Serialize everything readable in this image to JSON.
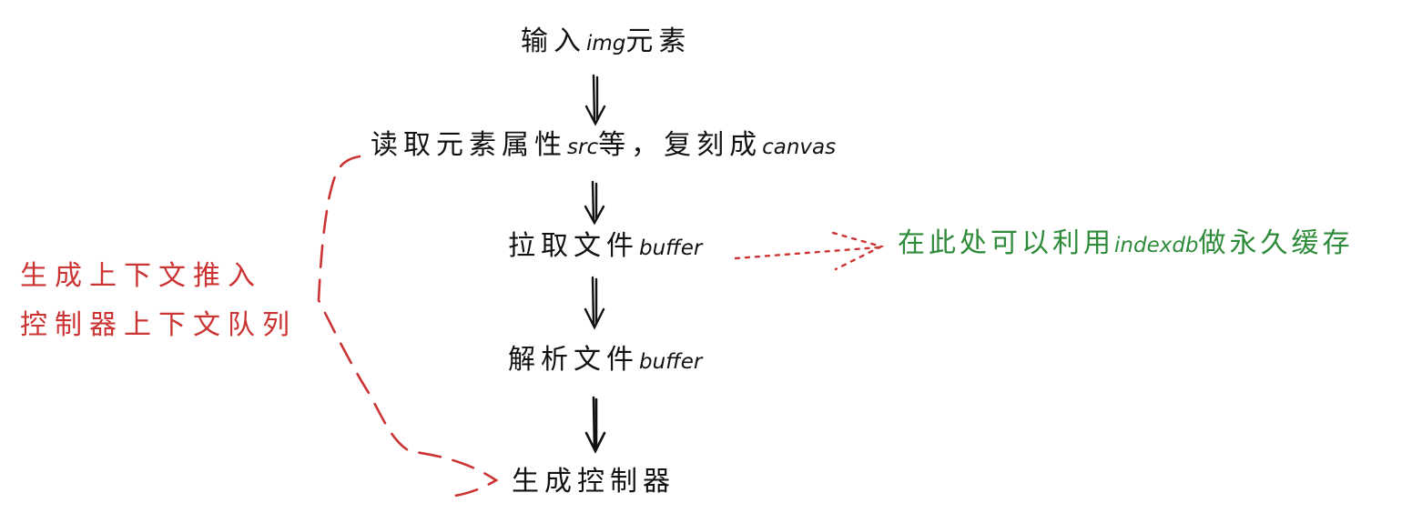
{
  "colors": {
    "main": "#111111",
    "side_note": "#cc3333",
    "cache_note": "#2e8b3a"
  },
  "nodes": {
    "input": {
      "cjk1": "输入",
      "latin": "img",
      "cjk2": "元素"
    },
    "read": {
      "cjk1": "读取元素属性",
      "latin": "src",
      "cjk2": "等，复刻成",
      "latin2": "canvas"
    },
    "fetch": {
      "cjk1": "拉取文件",
      "latin": "buffer"
    },
    "parse": {
      "cjk1": "解析文件",
      "latin": "buffer"
    },
    "generate": {
      "cjk1": "生成控制器"
    }
  },
  "notes": {
    "side": {
      "line1": "生成上下文推入",
      "line2": "控制器上下文队列"
    },
    "cache": {
      "cjk1": "在此处可以利用",
      "latin": "indexdb",
      "cjk2": "做永久缓存"
    }
  }
}
